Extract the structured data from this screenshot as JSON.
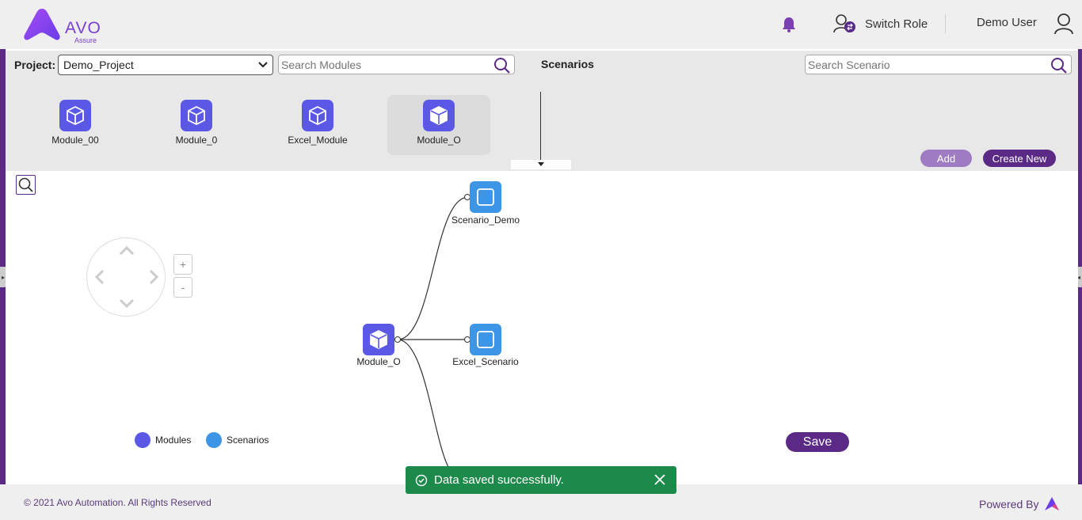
{
  "header": {
    "logo_text": "AVO",
    "logo_sub": "Assure",
    "switch_role": "Switch Role",
    "user_name": "Demo User"
  },
  "toolbar": {
    "project_label": "Project:",
    "project_value": "Demo_Project",
    "search_modules_placeholder": "Search Modules",
    "scenarios_title": "Scenarios",
    "search_scenario_placeholder": "Search Scenario",
    "add_label": "Add",
    "create_new_label": "Create New"
  },
  "modules": [
    {
      "label": "Module_00",
      "selected": false
    },
    {
      "label": "Module_0",
      "selected": false
    },
    {
      "label": "Excel_Module",
      "selected": false
    },
    {
      "label": "Module_O",
      "selected": true
    }
  ],
  "canvas": {
    "zoom_in": "+",
    "zoom_out": "-",
    "root_node": "Module_O",
    "scenario_nodes": [
      "Scenario_Demo",
      "Excel_Scenario"
    ],
    "legend": {
      "modules": "Modules",
      "scenarios": "Scenarios"
    },
    "save_label": "Save"
  },
  "colors": {
    "brand": "#5b2a86",
    "module": "#5b58e6",
    "scenario": "#3d95e6",
    "success": "#1b8a4a"
  },
  "footer": {
    "copyright": "© 2021 Avo Automation. All Rights Reserved",
    "powered_by": "Powered By"
  },
  "toast": {
    "message": "Data saved successfully."
  }
}
